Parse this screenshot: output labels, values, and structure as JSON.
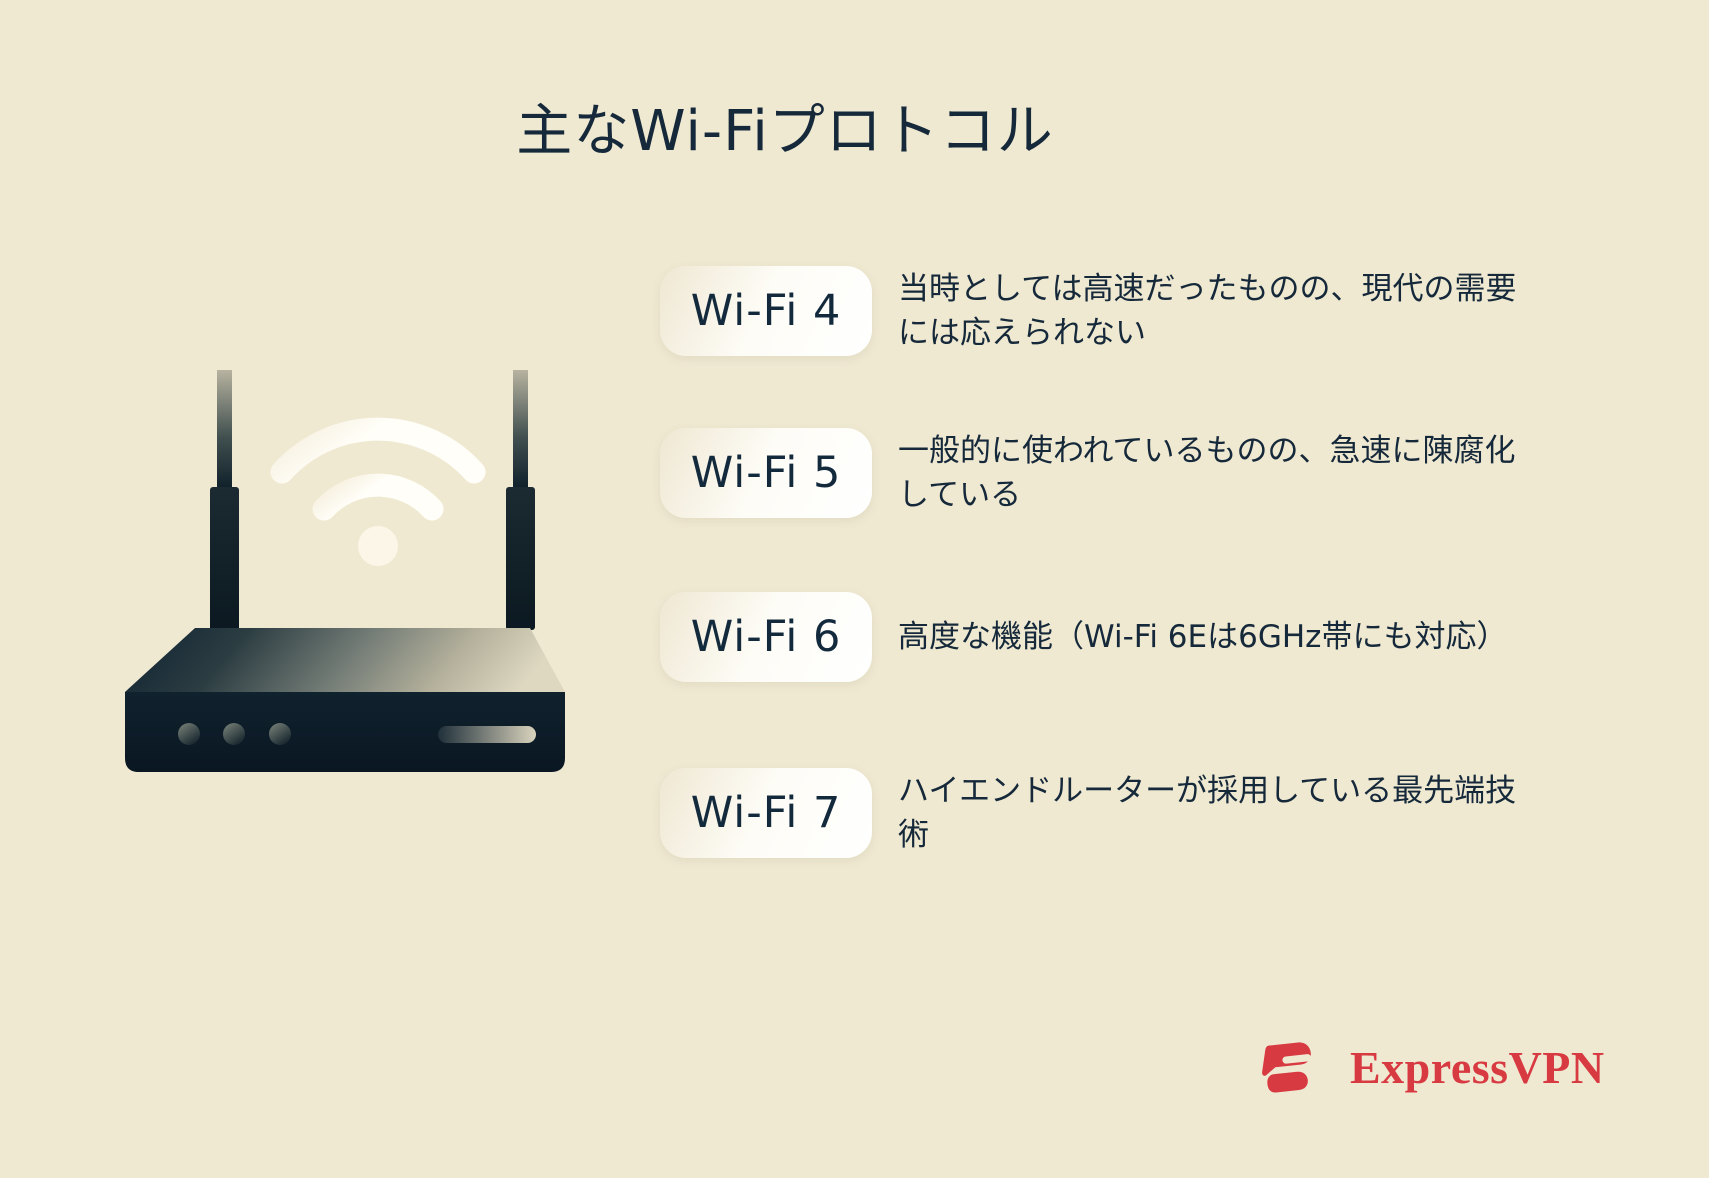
{
  "title": "主なWi-Fiプロトコル",
  "rows": [
    {
      "badge": "Wi-Fi 4",
      "desc": "当時としては高速だったものの、現代の需要には応えられない"
    },
    {
      "badge": "Wi-Fi 5",
      "desc": "一般的に使われているものの、急速に陳腐化している"
    },
    {
      "badge": "Wi-Fi 6",
      "desc": "高度な機能（Wi-Fi 6Eは6GHz帯にも対応）"
    },
    {
      "badge": "Wi-Fi 7",
      "desc": "ハイエンドルーターが採用している最先端技術"
    }
  ],
  "brand": {
    "name": "ExpressVPN"
  },
  "icons": {
    "router": "wifi-router-illustration",
    "wifi": "wifi-signal-icon",
    "logo": "expressvpn-logo-icon"
  },
  "colors": {
    "background": "#f0e9d2",
    "text_navy": "#15293a",
    "badge_white": "#ffffff",
    "brand_red": "#d83a42",
    "router_navy": "#0c1b26"
  }
}
